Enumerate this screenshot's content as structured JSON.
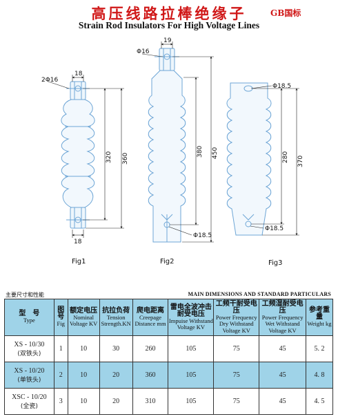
{
  "header": {
    "title_cn": "高压线路拉棒绝缘子",
    "standard": "GB国标",
    "title_en": "Strain Rod Insulators For High Voltage Lines"
  },
  "figures": {
    "fig1": {
      "label": "Fig1",
      "dims": {
        "holes": "2Φ16",
        "top_width": "18",
        "bottom_width": "18",
        "inner_height": "320",
        "overall_height": "360"
      }
    },
    "fig2": {
      "label": "Fig2",
      "dims": {
        "hole": "Φ16",
        "top_width": "19",
        "inner_height": "380",
        "overall_height": "450",
        "bottom_hole": "Φ18.5"
      }
    },
    "fig3": {
      "label": "Fig3",
      "dims": {
        "top_hole": "Φ18.5",
        "inner_height": "280",
        "overall_height": "370",
        "bottom_hole": "Φ18.5"
      }
    }
  },
  "table": {
    "caption_cn": "主要尺寸和性能",
    "caption_en": "MAIN DIMENSIONS AND STANDARD PARTICULARS",
    "headers": [
      {
        "cn": "型　号",
        "en": "Type"
      },
      {
        "cn": "图号",
        "en": "Fig"
      },
      {
        "cn": "额定电压",
        "en": "Nominal Voltage KV"
      },
      {
        "cn": "抗拉负荷",
        "en": "Tension Strength.KN"
      },
      {
        "cn": "爬电距离",
        "en": "Creepage Distance mm"
      },
      {
        "cn": "雷电全波冲击耐受电压",
        "en": "Impuise Withstand Voltage KV"
      },
      {
        "cn": "工频干耐受电压",
        "en": "Power Frequency Dry Withstand Voltage KV"
      },
      {
        "cn": "工频湿耐受电压",
        "en": "Power Frequency Wet Withstand Voltage KV"
      },
      {
        "cn": "参考重量",
        "en": "Weight kg"
      }
    ],
    "rows": [
      {
        "type": "XS - 10/30",
        "type_sub": "(双铁头)",
        "fig": "1",
        "voltage": "10",
        "tension": "30",
        "creepage": "260",
        "impulse": "105",
        "dry": "75",
        "wet": "45",
        "weight": "5. 2"
      },
      {
        "type": "XS - 10/20",
        "type_sub": "(单铁头)",
        "fig": "2",
        "voltage": "10",
        "tension": "20",
        "creepage": "360",
        "impulse": "105",
        "dry": "75",
        "wet": "45",
        "weight": "4. 8"
      },
      {
        "type": "XSC - 10/20",
        "type_sub": "(全瓷)",
        "fig": "3",
        "voltage": "10",
        "tension": "20",
        "creepage": "310",
        "impulse": "105",
        "dry": "75",
        "wet": "45",
        "weight": "4. 5"
      }
    ]
  }
}
